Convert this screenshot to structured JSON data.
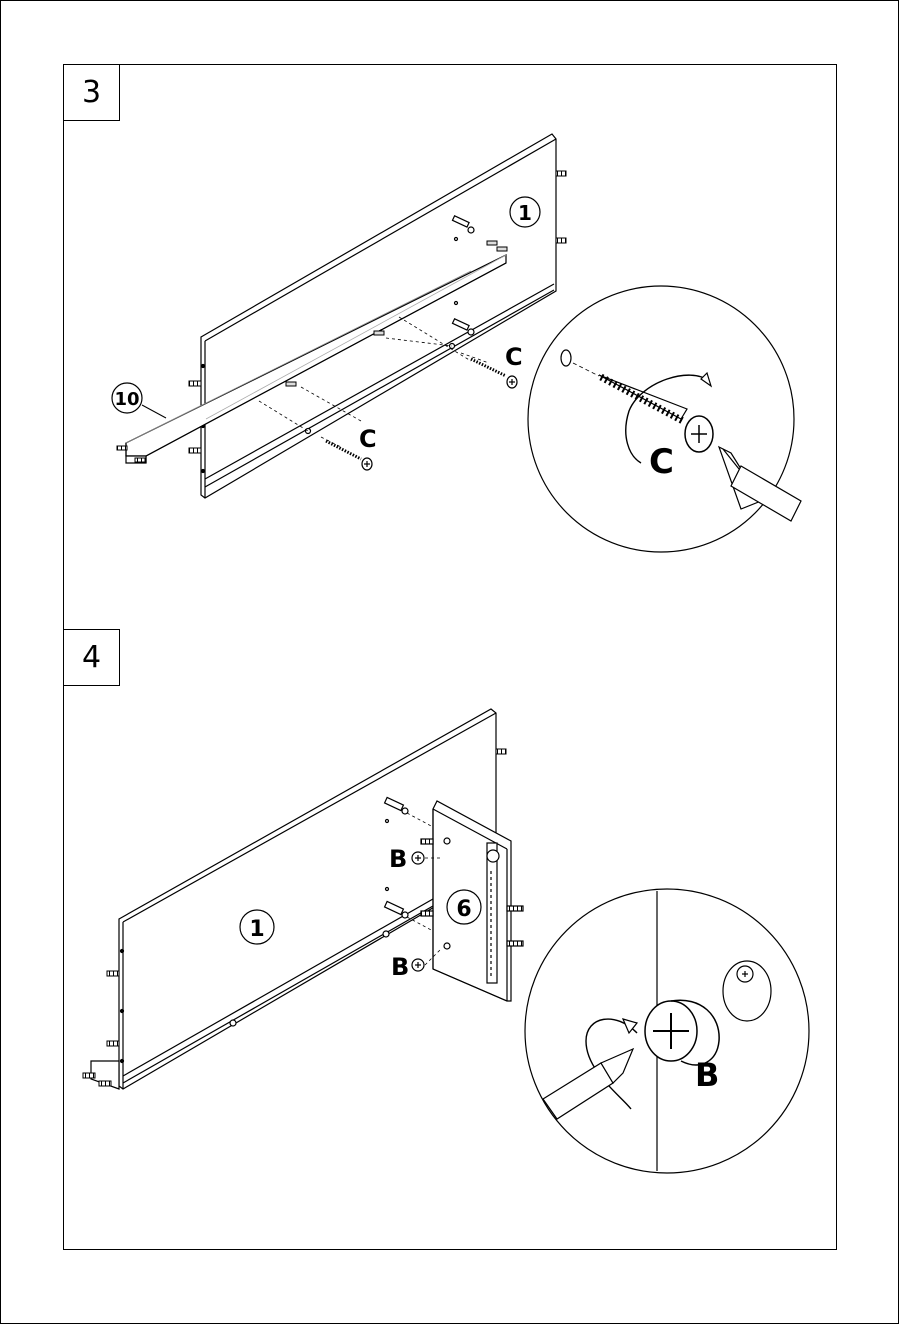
{
  "steps": [
    {
      "number": "3",
      "part_labels": [
        "1",
        "10"
      ],
      "hardware_labels": [
        "C",
        "C",
        "C"
      ]
    },
    {
      "number": "4",
      "part_labels": [
        "1",
        "6"
      ],
      "hardware_labels": [
        "B",
        "B",
        "B"
      ]
    }
  ],
  "colors": {
    "line": "#000000",
    "background": "#ffffff"
  }
}
